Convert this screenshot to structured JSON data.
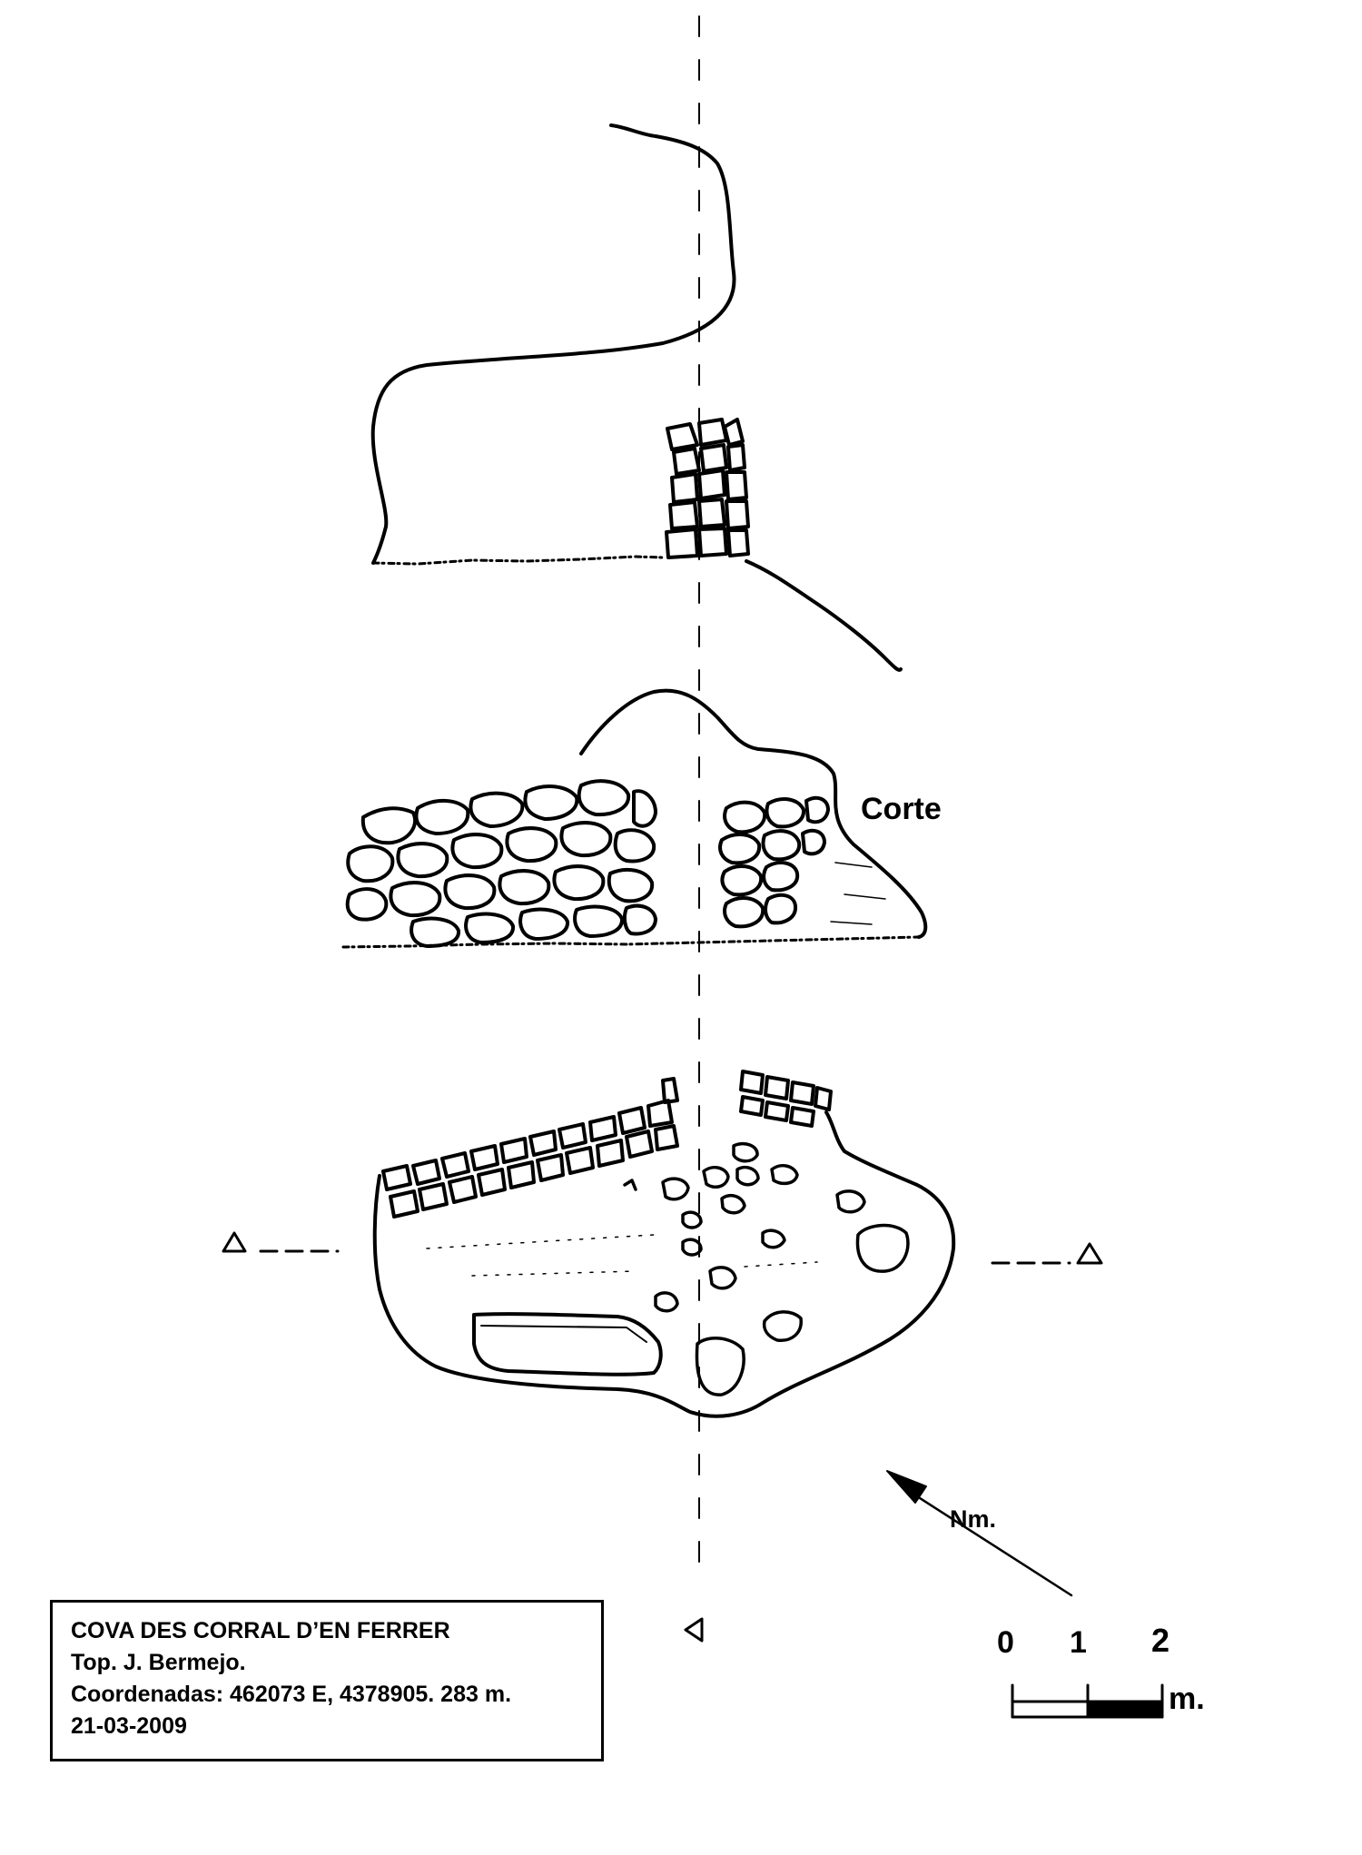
{
  "labels": {
    "section": "Corte",
    "north": "Nm."
  },
  "scale_bar": {
    "tick_0": "0",
    "tick_1": "1",
    "tick_2": "2",
    "unit": "m."
  },
  "info_box": {
    "title": "COVA DES CORRAL D’EN FERRER",
    "author": "Top. J. Bermejo.",
    "coordinates": "Coordenadas: 462073 E, 4378905. 283 m.",
    "date": "21-03-2009"
  }
}
